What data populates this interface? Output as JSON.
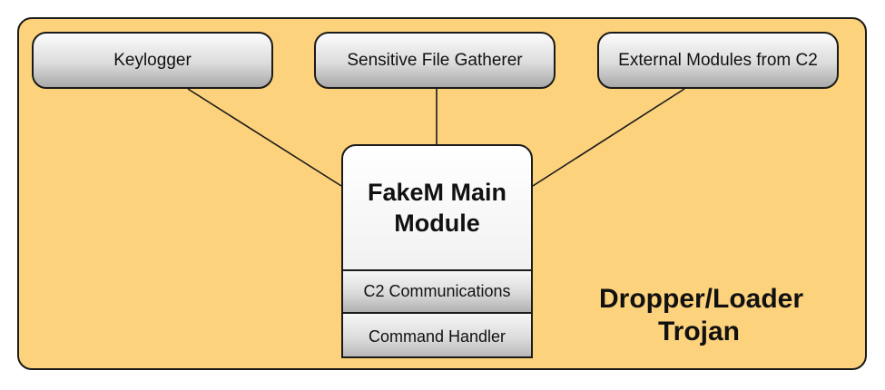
{
  "diagram": {
    "container": {
      "label_line1": "Dropper/Loader",
      "label_line2": "Trojan",
      "fill_color": "#fdd27c"
    },
    "modules": [
      {
        "label": "Keylogger"
      },
      {
        "label": "Sensitive File Gatherer"
      },
      {
        "label": "External Modules from C2"
      }
    ],
    "main_module": {
      "title_line1": "FakeM Main",
      "title_line2": "Module",
      "components": [
        {
          "label": "C2 Communications"
        },
        {
          "label": "Command Handler"
        }
      ]
    },
    "connections": [
      {
        "from": "Keylogger",
        "to": "FakeM Main Module"
      },
      {
        "from": "Sensitive File Gatherer",
        "to": "FakeM Main Module"
      },
      {
        "from": "External Modules from C2",
        "to": "FakeM Main Module"
      }
    ]
  }
}
